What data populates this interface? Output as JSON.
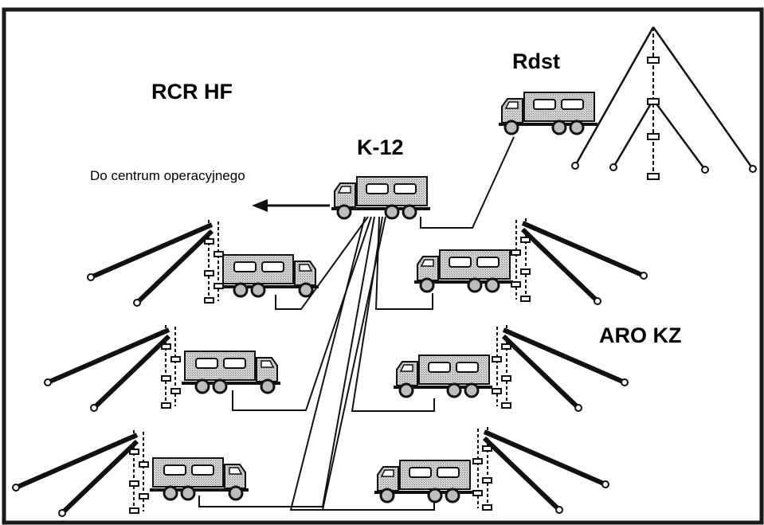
{
  "labels": {
    "rcr_hf": "RCR HF",
    "rdst": "Rdst",
    "k12": "K-12",
    "do_centrum": "Do centrum operacyjnego",
    "aro_kz": "ARO KZ"
  },
  "colors": {
    "ink": "#111111",
    "box_fill": "#cfcfcf",
    "frame": "#1a1a1a"
  },
  "icons": [
    "truck-icon",
    "antenna-mast-icon",
    "arrow-left-icon"
  ]
}
